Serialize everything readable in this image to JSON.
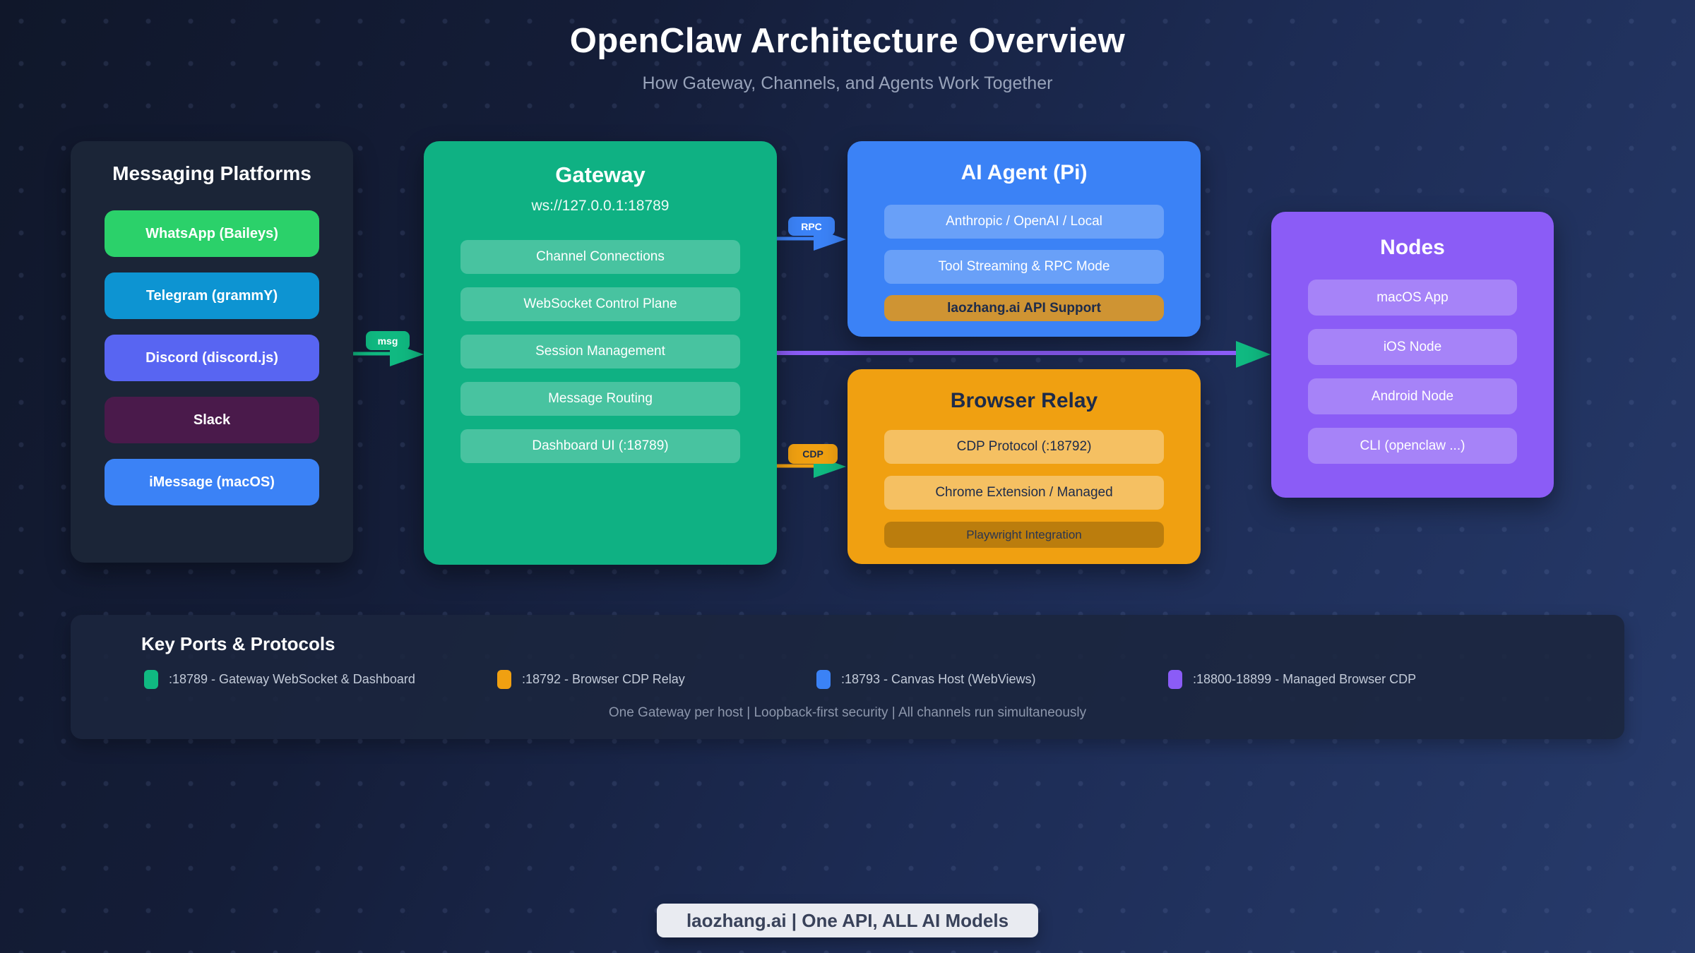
{
  "title": "OpenClaw Architecture Overview",
  "subtitle": "How Gateway, Channels, and Agents Work Together",
  "messaging": {
    "title": "Messaging Platforms",
    "items": [
      {
        "label": "WhatsApp (Baileys)",
        "color": "#2bd16a"
      },
      {
        "label": "Telegram (grammY)",
        "color": "#0d94d2"
      },
      {
        "label": "Discord (discord.js)",
        "color": "#5865f2"
      },
      {
        "label": "Slack",
        "color": "#4a1a4b"
      },
      {
        "label": "iMessage (macOS)",
        "color": "#3b82f6"
      }
    ]
  },
  "gateway": {
    "title": "Gateway",
    "subtitle": "ws://127.0.0.1:18789",
    "color": "#0fb183",
    "items": [
      "Channel Connections",
      "WebSocket Control Plane",
      "Session Management",
      "Message Routing",
      "Dashboard UI (:18789)"
    ]
  },
  "ai_agent": {
    "title": "AI Agent (Pi)",
    "color": "#3b82f6",
    "items": [
      "Anthropic / OpenAI / Local",
      "Tool Streaming & RPC Mode"
    ],
    "highlight_item": {
      "label": "laozhang.ai API Support",
      "color": "#cf9433"
    }
  },
  "browser_relay": {
    "title": "Browser Relay",
    "color": "#f0a011",
    "items": [
      "CDP Protocol (:18792)",
      "Chrome Extension / Managed"
    ],
    "highlight_item": {
      "label": "Playwright Integration"
    }
  },
  "nodes": {
    "title": "Nodes",
    "color": "#8b5cf6",
    "items": [
      "macOS App",
      "iOS Node",
      "Android Node",
      "CLI (openclaw ...)"
    ]
  },
  "arrows": {
    "msg": {
      "label": "msg",
      "color": "#10b981"
    },
    "rpc": {
      "label": "RPC",
      "color": "#3b82f6"
    },
    "cdp": {
      "label": "CDP",
      "color": "#f0a011",
      "arrowhead_color": "#10b981"
    },
    "gateway_to_nodes": {
      "color": "#8b5cf6",
      "arrowhead_color": "#10b981"
    }
  },
  "legend": {
    "title": "Key Ports & Protocols",
    "items": [
      {
        "swatch": "#10b981",
        "label": ":18789 - Gateway WebSocket & Dashboard"
      },
      {
        "swatch": "#f0a011",
        "label": ":18792 - Browser CDP Relay"
      },
      {
        "swatch": "#3b82f6",
        "label": ":18793 - Canvas Host (WebViews)"
      },
      {
        "swatch": "#8b5cf6",
        "label": ":18800-18899 - Managed Browser CDP"
      }
    ],
    "footnote": "One Gateway per host | Loopback-first security | All channels run simultaneously"
  },
  "footer_badge": "laozhang.ai | One API, ALL AI Models"
}
